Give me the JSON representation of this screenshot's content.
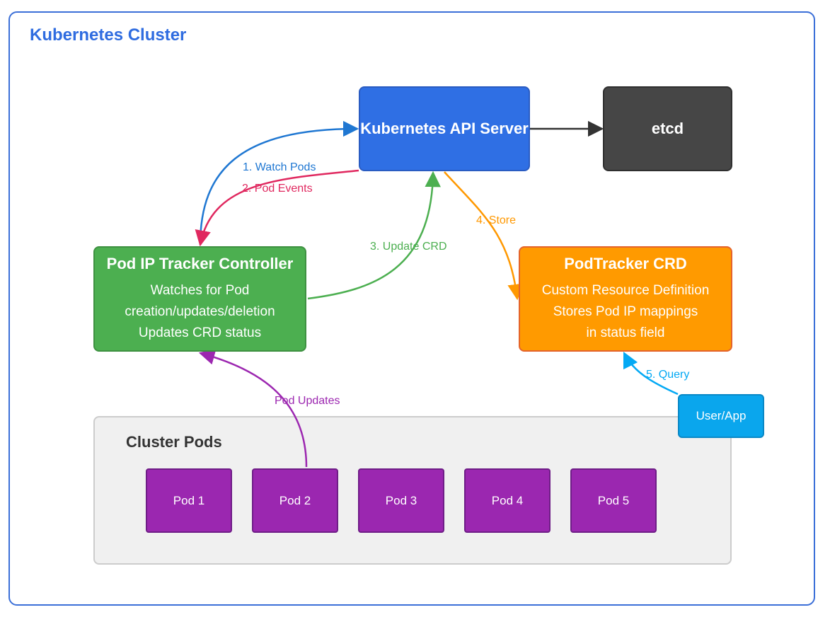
{
  "cluster_title": "Kubernetes Cluster",
  "api_server": {
    "title": "Kubernetes API Server"
  },
  "etcd": {
    "title": "etcd"
  },
  "controller": {
    "title": "Pod IP Tracker Controller",
    "lines": [
      "Watches for Pod",
      "creation/updates/deletion",
      "Updates CRD status"
    ]
  },
  "crd": {
    "title": "PodTracker CRD",
    "lines": [
      "Custom Resource Definition",
      "Stores Pod IP mappings",
      "in status field"
    ]
  },
  "pods_section": {
    "title": "Cluster Pods",
    "pods": [
      "Pod 1",
      "Pod 2",
      "Pod 3",
      "Pod 4",
      "Pod 5"
    ]
  },
  "user_app": "User/App",
  "edges": {
    "watch_pods": "1. Watch Pods",
    "pod_events": "2. Pod Events",
    "update_crd": "3. Update CRD",
    "store": "4. Store",
    "query": "5. Query",
    "pod_updates": "Pod Updates"
  },
  "colors": {
    "cluster_border": "#3b6fd8",
    "api_server": "#2f6fe4",
    "etcd": "#464646",
    "controller": "#4caf50",
    "crd": "#ff9a00",
    "pod": "#9b27b0",
    "user_app": "#0aa6ed",
    "watch_edge": "#1f77d2",
    "events_edge": "#e0285f",
    "update_edge": "#4caf50",
    "store_edge": "#ff9800",
    "query_edge": "#03a9f4",
    "pod_updates_edge": "#9c27b0"
  }
}
